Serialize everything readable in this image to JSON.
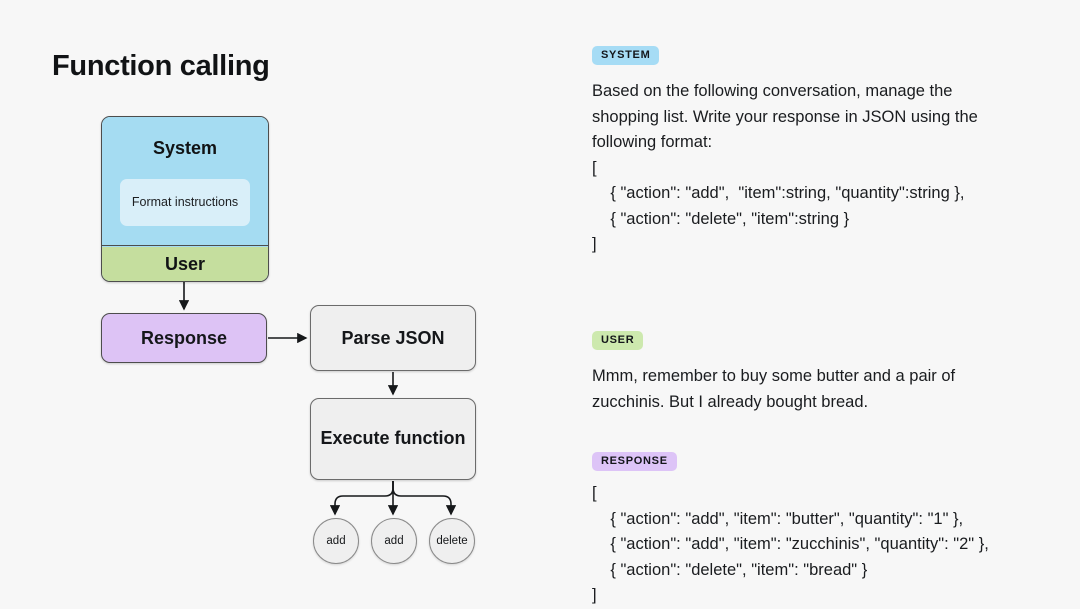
{
  "page": {
    "title": "Function calling",
    "background": "#f7f7f7"
  },
  "diagram": {
    "system_user_card": {
      "system_label": "System",
      "format_box_label": "Format\ninstructions",
      "user_label": "User",
      "system_color": "#a5dcf2",
      "format_box_color": "#d9eff9",
      "user_color": "#c5de9e"
    },
    "nodes": [
      {
        "id": "response",
        "label": "Response",
        "color": "#ddc3f5"
      },
      {
        "id": "parse",
        "label": "Parse JSON",
        "color": "#efefef"
      },
      {
        "id": "execute",
        "label": "Execute\nfunction",
        "color": "#efefef"
      }
    ],
    "leaves": [
      {
        "label": "add"
      },
      {
        "label": "add"
      },
      {
        "label": "delete"
      }
    ]
  },
  "transcript": {
    "system": {
      "badge": "SYSTEM",
      "badge_color": "#a6dcf5",
      "text": "Based on the following conversation, manage the\nshopping list. Write your response in JSON using the\nfollowing format:",
      "json": "[\n    { \"action\": \"add\",  \"item\":string, \"quantity\":string },\n    { \"action\": \"delete\", \"item\":string }\n]"
    },
    "user": {
      "badge": "USER",
      "badge_color": "#cde9ae",
      "text": "Mmm, remember to buy some butter and a pair of\nzucchinis. But I already bought bread."
    },
    "response": {
      "badge": "RESPONSE",
      "badge_color": "#ddc4f7",
      "json": "[\n    { \"action\": \"add\", \"item\": \"butter\", \"quantity\": \"1\" },\n    { \"action\": \"add\", \"item\": \"zucchinis\", \"quantity\": \"2\" },\n    { \"action\": \"delete\", \"item\": \"bread\" }\n]"
    }
  }
}
